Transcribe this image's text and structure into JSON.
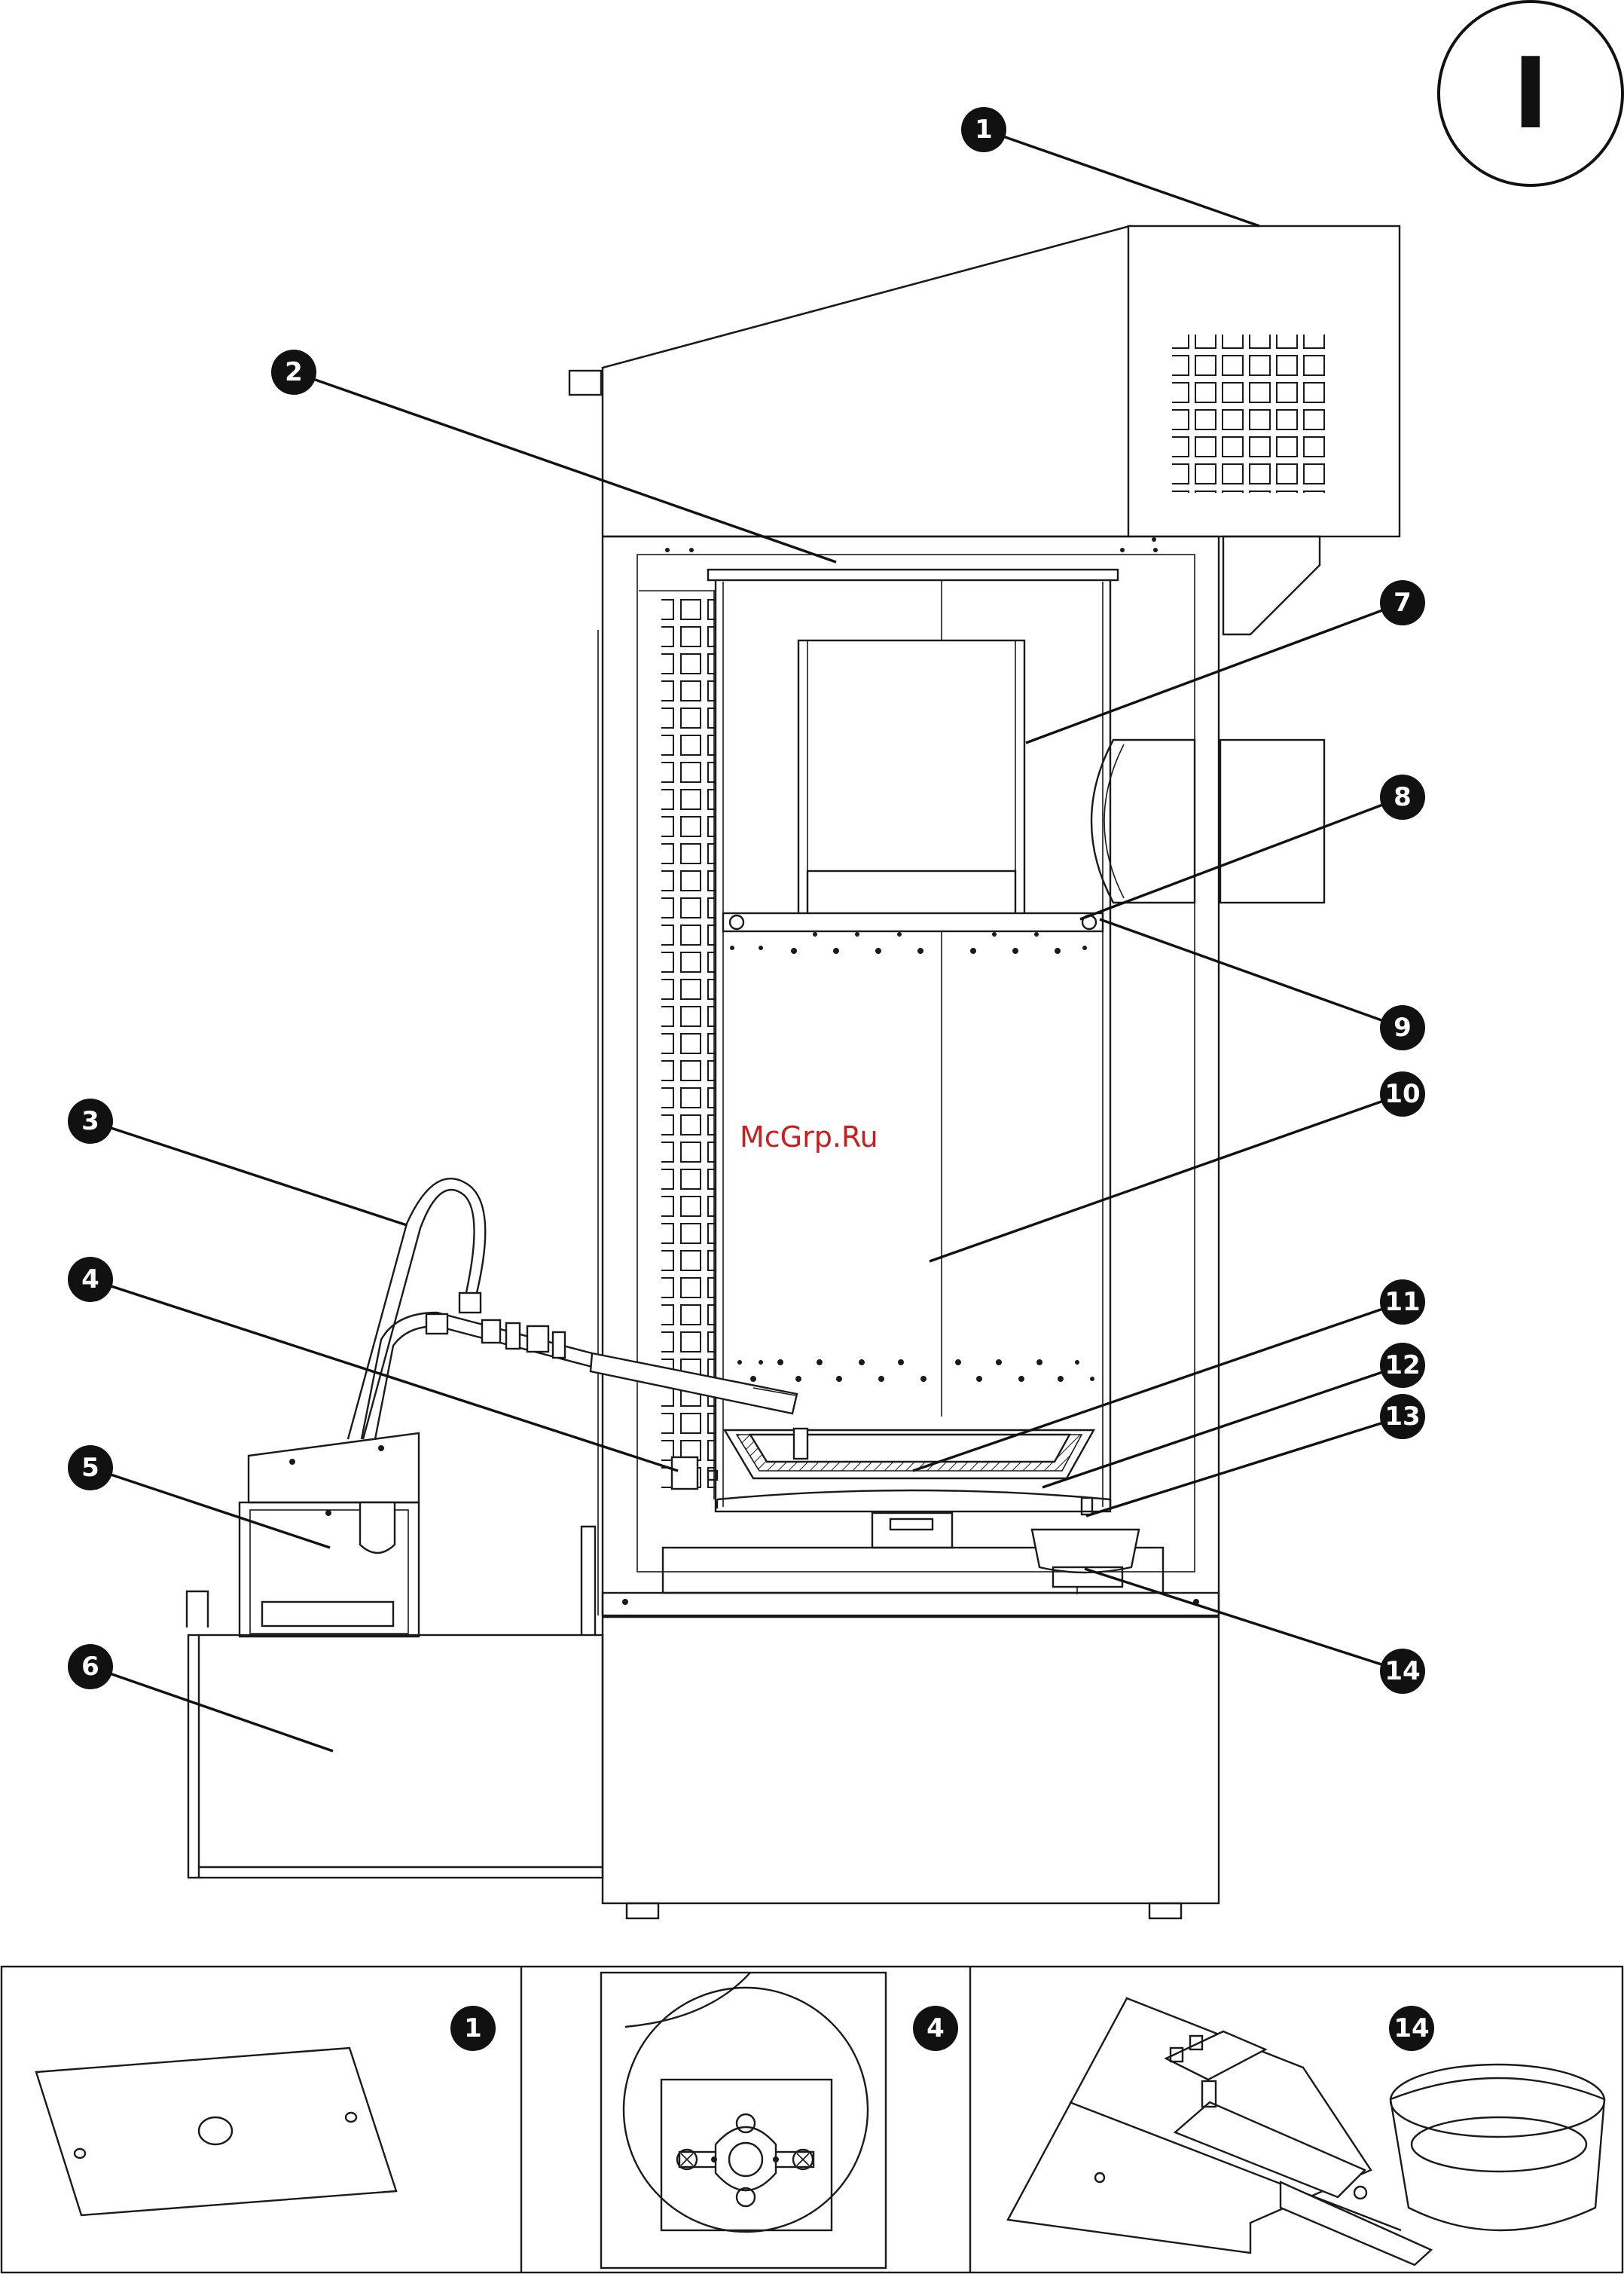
{
  "sheet_label": "I",
  "watermark": "McGrp.Ru",
  "callouts": [
    "1",
    "2",
    "3",
    "4",
    "5",
    "6",
    "7",
    "8",
    "9",
    "10",
    "11",
    "12",
    "13",
    "14"
  ],
  "detail_callouts": [
    "1",
    "4",
    "14"
  ]
}
